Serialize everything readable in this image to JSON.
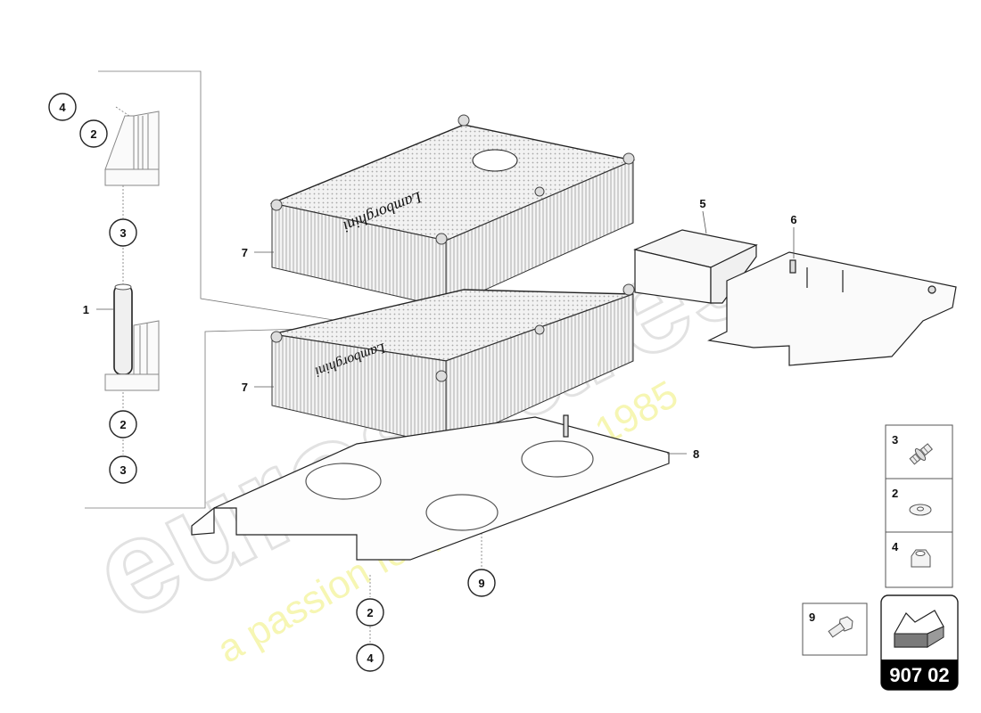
{
  "diagram": {
    "page_code": "907 02",
    "watermark": {
      "brand": "eurospares",
      "tagline": "a passion for parts since 1985"
    },
    "callouts": {
      "c1": "1",
      "c4a": "4",
      "c2a": "2",
      "c3a": "3",
      "c2b": "2",
      "c3b": "3",
      "c5": "5",
      "c6": "6",
      "c7a": "7",
      "c7b": "7",
      "c8": "8",
      "c9": "9",
      "c2c": "2",
      "c4c": "4"
    },
    "ecu_logo_text": "Lamborghini",
    "legend": [
      {
        "num": "3",
        "icon": "threaded-stud-icon"
      },
      {
        "num": "2",
        "icon": "washer-icon"
      },
      {
        "num": "4",
        "icon": "hex-nut-icon"
      }
    ],
    "legend_bolt": {
      "num": "9",
      "icon": "flange-bolt-icon"
    }
  }
}
